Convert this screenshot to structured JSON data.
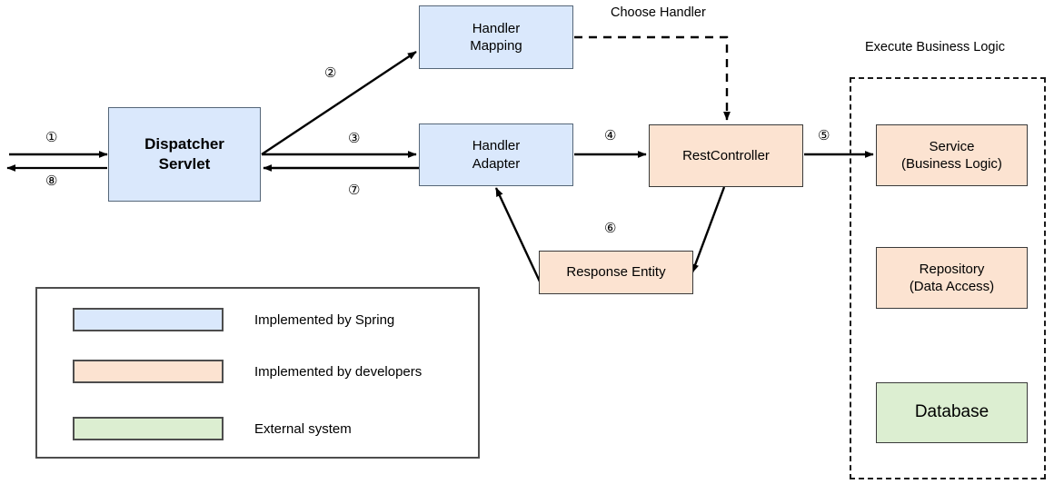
{
  "diagram": {
    "title_hidden": "Spring MVC Request Flow",
    "nodes": [
      {
        "id": "dispatcher-servlet",
        "label": "Dispatcher\nServlet",
        "kind": "spring"
      },
      {
        "id": "handler-mapping",
        "label": "Handler\nMapping",
        "kind": "spring"
      },
      {
        "id": "handler-adapter",
        "label": "Handler\nAdapter",
        "kind": "spring"
      },
      {
        "id": "rest-controller",
        "label": "RestController",
        "kind": "developer"
      },
      {
        "id": "response-entity",
        "label": "Response Entity",
        "kind": "developer"
      },
      {
        "id": "service",
        "label": "Service\n(Business Logic)",
        "kind": "developer"
      },
      {
        "id": "repository",
        "label": "Repository\n(Data Access)",
        "kind": "developer"
      },
      {
        "id": "database",
        "label": "Database",
        "kind": "external"
      }
    ],
    "captions": [
      {
        "id": "choose-handler",
        "text": "Choose Handler"
      },
      {
        "id": "execute-business-logic",
        "text": "Execute Business Logic"
      }
    ],
    "steps": [
      {
        "id": "step-1",
        "text": "①"
      },
      {
        "id": "step-2",
        "text": "②"
      },
      {
        "id": "step-3",
        "text": "③"
      },
      {
        "id": "step-4",
        "text": "④"
      },
      {
        "id": "step-5",
        "text": "⑤"
      },
      {
        "id": "step-6",
        "text": "⑥"
      },
      {
        "id": "step-7",
        "text": "⑦"
      },
      {
        "id": "step-8",
        "text": "⑧"
      }
    ],
    "legend": {
      "items": [
        {
          "id": "legend-spring",
          "label": "Implemented by Spring",
          "color": "#dae8fc"
        },
        {
          "id": "legend-developer",
          "label": "Implemented by developers",
          "color": "#fce3d1"
        },
        {
          "id": "legend-external",
          "label": "External system",
          "color": "#dceed1"
        }
      ]
    },
    "colors": {
      "spring": "#dae8fc",
      "developer": "#fce3d1",
      "external": "#dceed1",
      "stroke": "#000000",
      "box_border": "#4d4d4d",
      "background": "#ffffff"
    }
  }
}
